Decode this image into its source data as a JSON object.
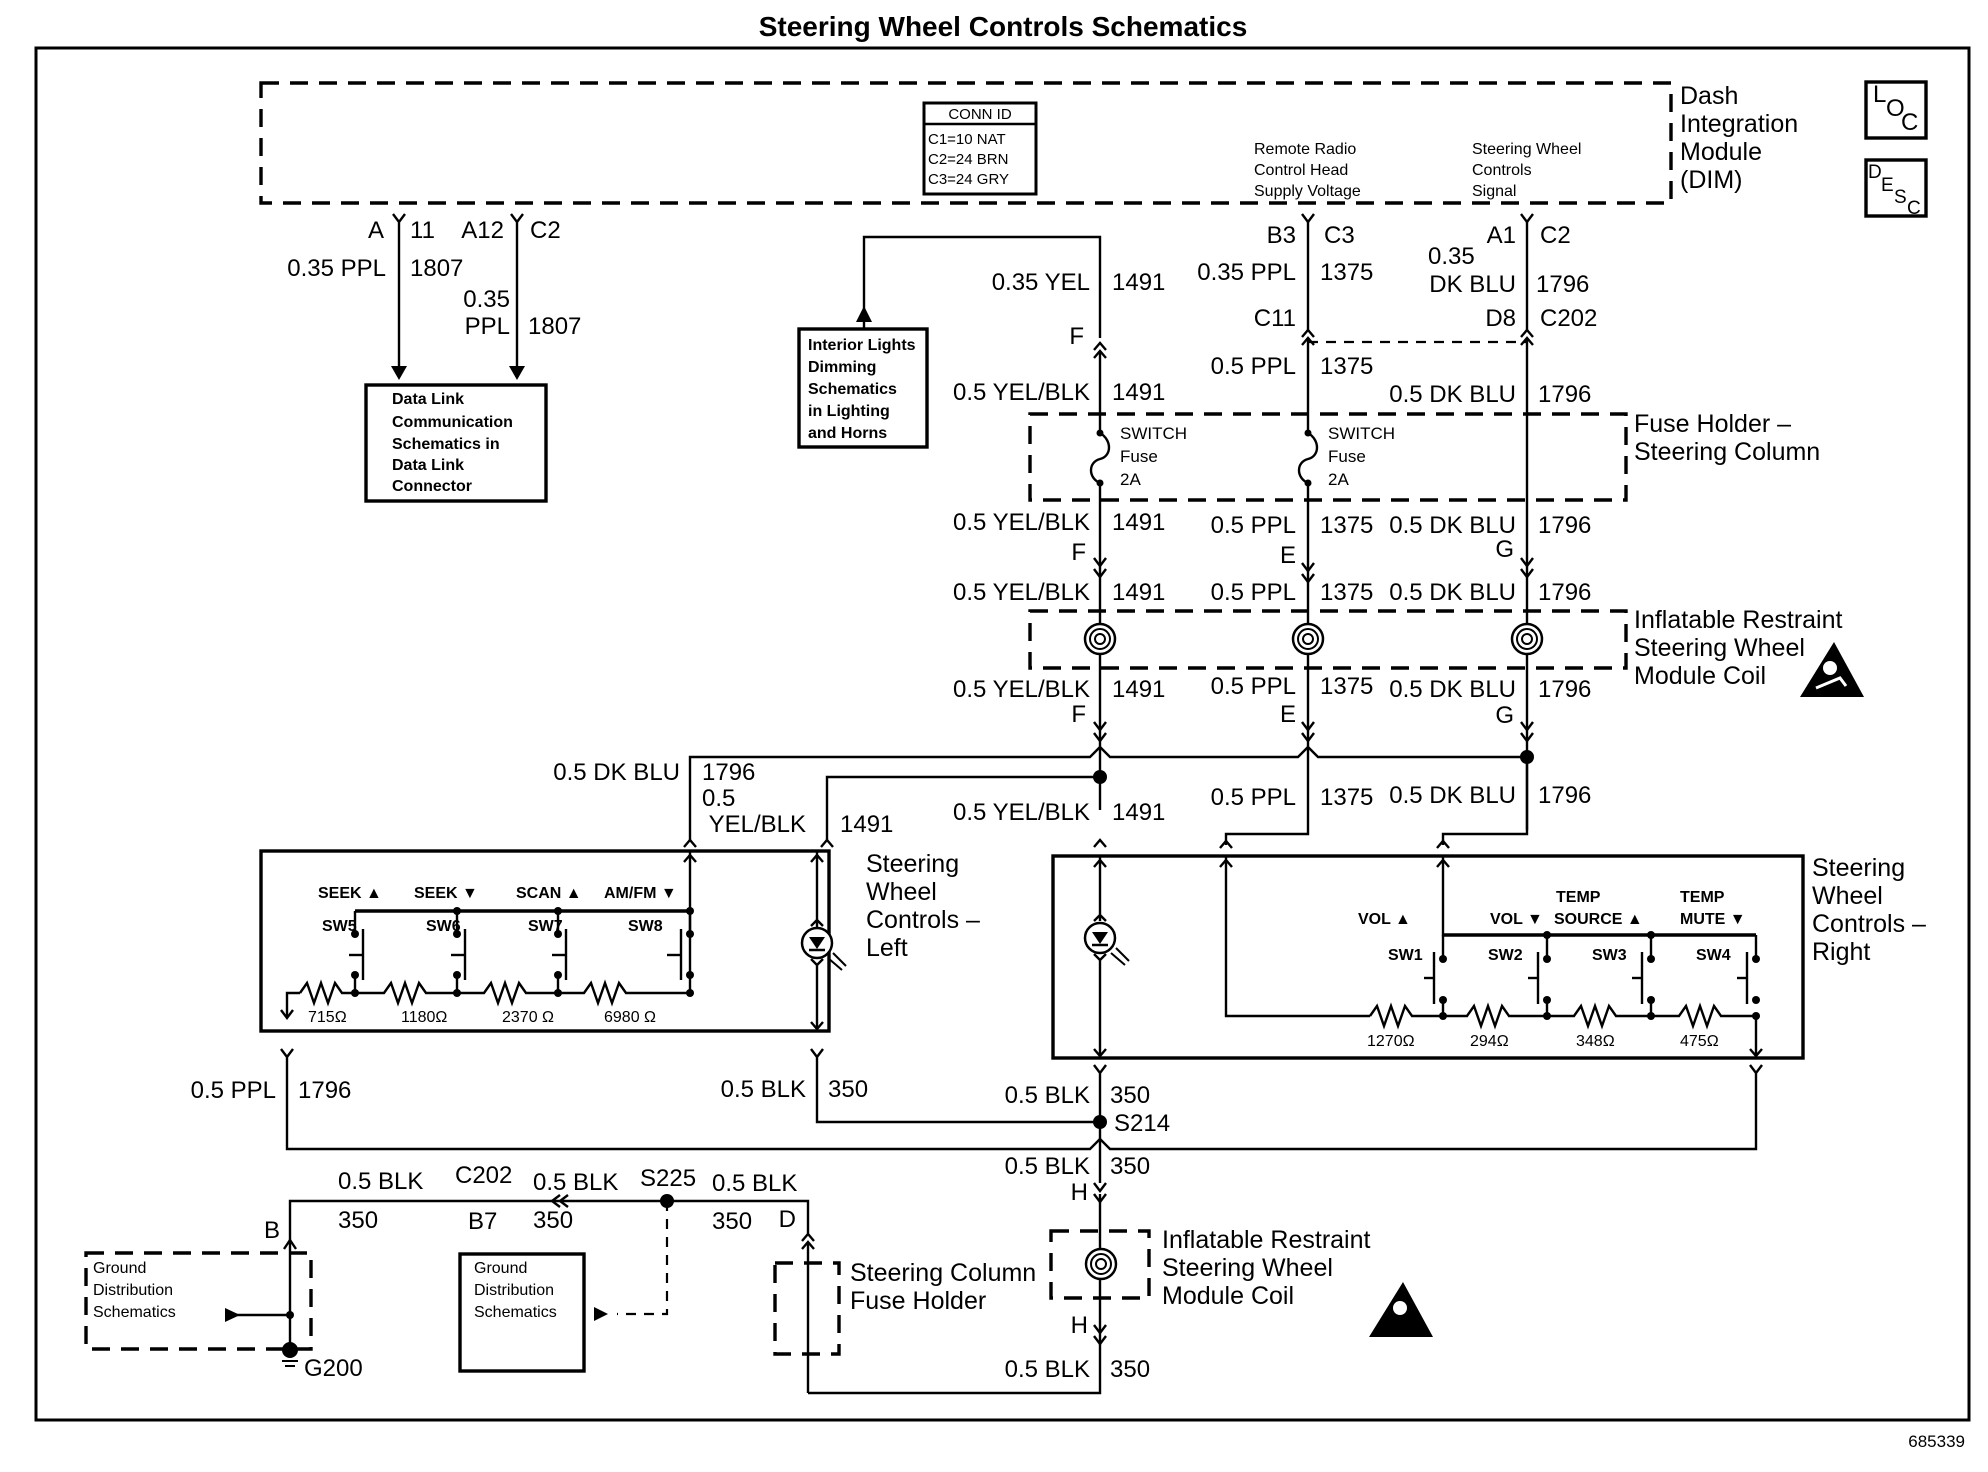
{
  "title": "Steering Wheel Controls Schematics",
  "figure_id": "685339",
  "icons": {
    "loc": [
      "L",
      "O",
      "C"
    ],
    "desc": [
      "D",
      "E",
      "S",
      "C"
    ]
  },
  "dim": {
    "label": [
      "Dash",
      "Integration",
      "Module",
      "(DIM)"
    ],
    "conn_id": {
      "header": "CONN ID",
      "rows": [
        "C1=10 NAT",
        "C2=24 BRN",
        "C3=24 GRY"
      ]
    },
    "remote_radio": [
      "Remote Radio",
      "Control Head",
      "Supply Voltage"
    ],
    "swc_signal": [
      "Steering Wheel",
      "Controls",
      "Signal"
    ]
  },
  "data_link": {
    "pin1": {
      "pin": "A",
      "conn": "11",
      "wire": "0.35 PPL",
      "circuit": "1807"
    },
    "pin2": {
      "pin": "A12",
      "conn": "C2",
      "wire_a": "0.35",
      "wire_b": "PPL",
      "circuit": "1807"
    },
    "box": [
      "Data Link",
      "Communication",
      "Schematics in",
      "Data Link",
      "Connector"
    ]
  },
  "interior_lights_box": [
    "Interior Lights",
    "Dimming",
    "Schematics",
    "in Lighting",
    "and Horns"
  ],
  "col_f": {
    "top_wire": "0.35 YEL",
    "circuit": "1491",
    "conn": "F",
    "wire": "0.5 YEL/BLK"
  },
  "col_e": {
    "pin": "B3",
    "conn": "C3",
    "top_wire": "0.35 PPL",
    "circuit": "1375",
    "conn2": "C11",
    "wire": "0.5 PPL",
    "pin_e": "E"
  },
  "col_g": {
    "pin": "A1",
    "conn": "C2",
    "top_wire_a": "0.35",
    "top_wire_b": "DK BLU",
    "circuit": "1796",
    "pin2": "D8",
    "conn2": "C202",
    "wire": "0.5 DK BLU",
    "pin_g": "G"
  },
  "fuse": {
    "line1": "SWITCH",
    "line2": "Fuse",
    "line3": "2A"
  },
  "fuse_holder_label": [
    "Fuse Holder –",
    "Steering Column"
  ],
  "coil_label": [
    "Inflatable Restraint",
    "Steering Wheel",
    "Module Coil"
  ],
  "mid": {
    "dkblu": "0.5 DK BLU",
    "c1796": "1796",
    "yelblk_a": "0.5",
    "yelblk_b": "YEL/BLK",
    "c1491": "1491",
    "center_wire": "0.5 YEL/BLK",
    "center_circuit": "1491",
    "ppl": "0.5 PPL",
    "c1375": "1375",
    "dkblu2": "0.5 DK BLU",
    "c1796b": "1796"
  },
  "left_controls": {
    "label": [
      "Steering",
      "Wheel",
      "Controls –",
      "Left"
    ],
    "switches": [
      {
        "name": "SEEK ▲",
        "sw": "SW5",
        "ohm": "715Ω"
      },
      {
        "name": "SEEK ▼",
        "sw": "SW6",
        "ohm": "1180Ω"
      },
      {
        "name": "SCAN ▲",
        "sw": "SW7",
        "ohm": "2370 Ω"
      },
      {
        "name": "AM/FM ▼",
        "sw": "SW8",
        "ohm": "6980 Ω"
      }
    ]
  },
  "right_controls": {
    "label": [
      "Steering",
      "Wheel",
      "Controls –",
      "Right"
    ],
    "switches": [
      {
        "name_top": "",
        "name": "VOL ▲",
        "sw": "SW1",
        "ohm": "1270Ω"
      },
      {
        "name_top": "",
        "name": "VOL ▼",
        "sw": "SW2",
        "ohm": "294Ω"
      },
      {
        "name_top": "TEMP",
        "name": "SOURCE ▲",
        "sw": "SW3",
        "ohm": "348Ω"
      },
      {
        "name_top": "TEMP",
        "name": "MUTE ▼",
        "sw": "SW4",
        "ohm": "475Ω"
      }
    ]
  },
  "ground": {
    "ppl": "0.5 PPL",
    "c1796": "1796",
    "blk_left": "0.5 BLK",
    "c350a": "350",
    "blk_center": "0.5 BLK",
    "c350b": "350",
    "splice": "S214",
    "blk_center2": "0.5 BLK",
    "c350c": "350",
    "pin_h": "H",
    "blk1": "0.5 BLK",
    "blk1_c": "350",
    "pin_b": "B",
    "c202": "C202",
    "b7": "B7",
    "blk2": "0.5 BLK",
    "blk2_c": "350",
    "s225": "S225",
    "blk3": "0.5 BLK",
    "blk3_c": "350",
    "pin_d": "D",
    "gd_box": [
      "Ground",
      "Distribution",
      "Schematics"
    ],
    "g200": "G200",
    "col_fuse_label": [
      "Steering Column",
      "Fuse Holder"
    ],
    "bottom_wire": "0.5 BLK",
    "bottom_circuit": "350",
    "pin_h2": "H"
  }
}
